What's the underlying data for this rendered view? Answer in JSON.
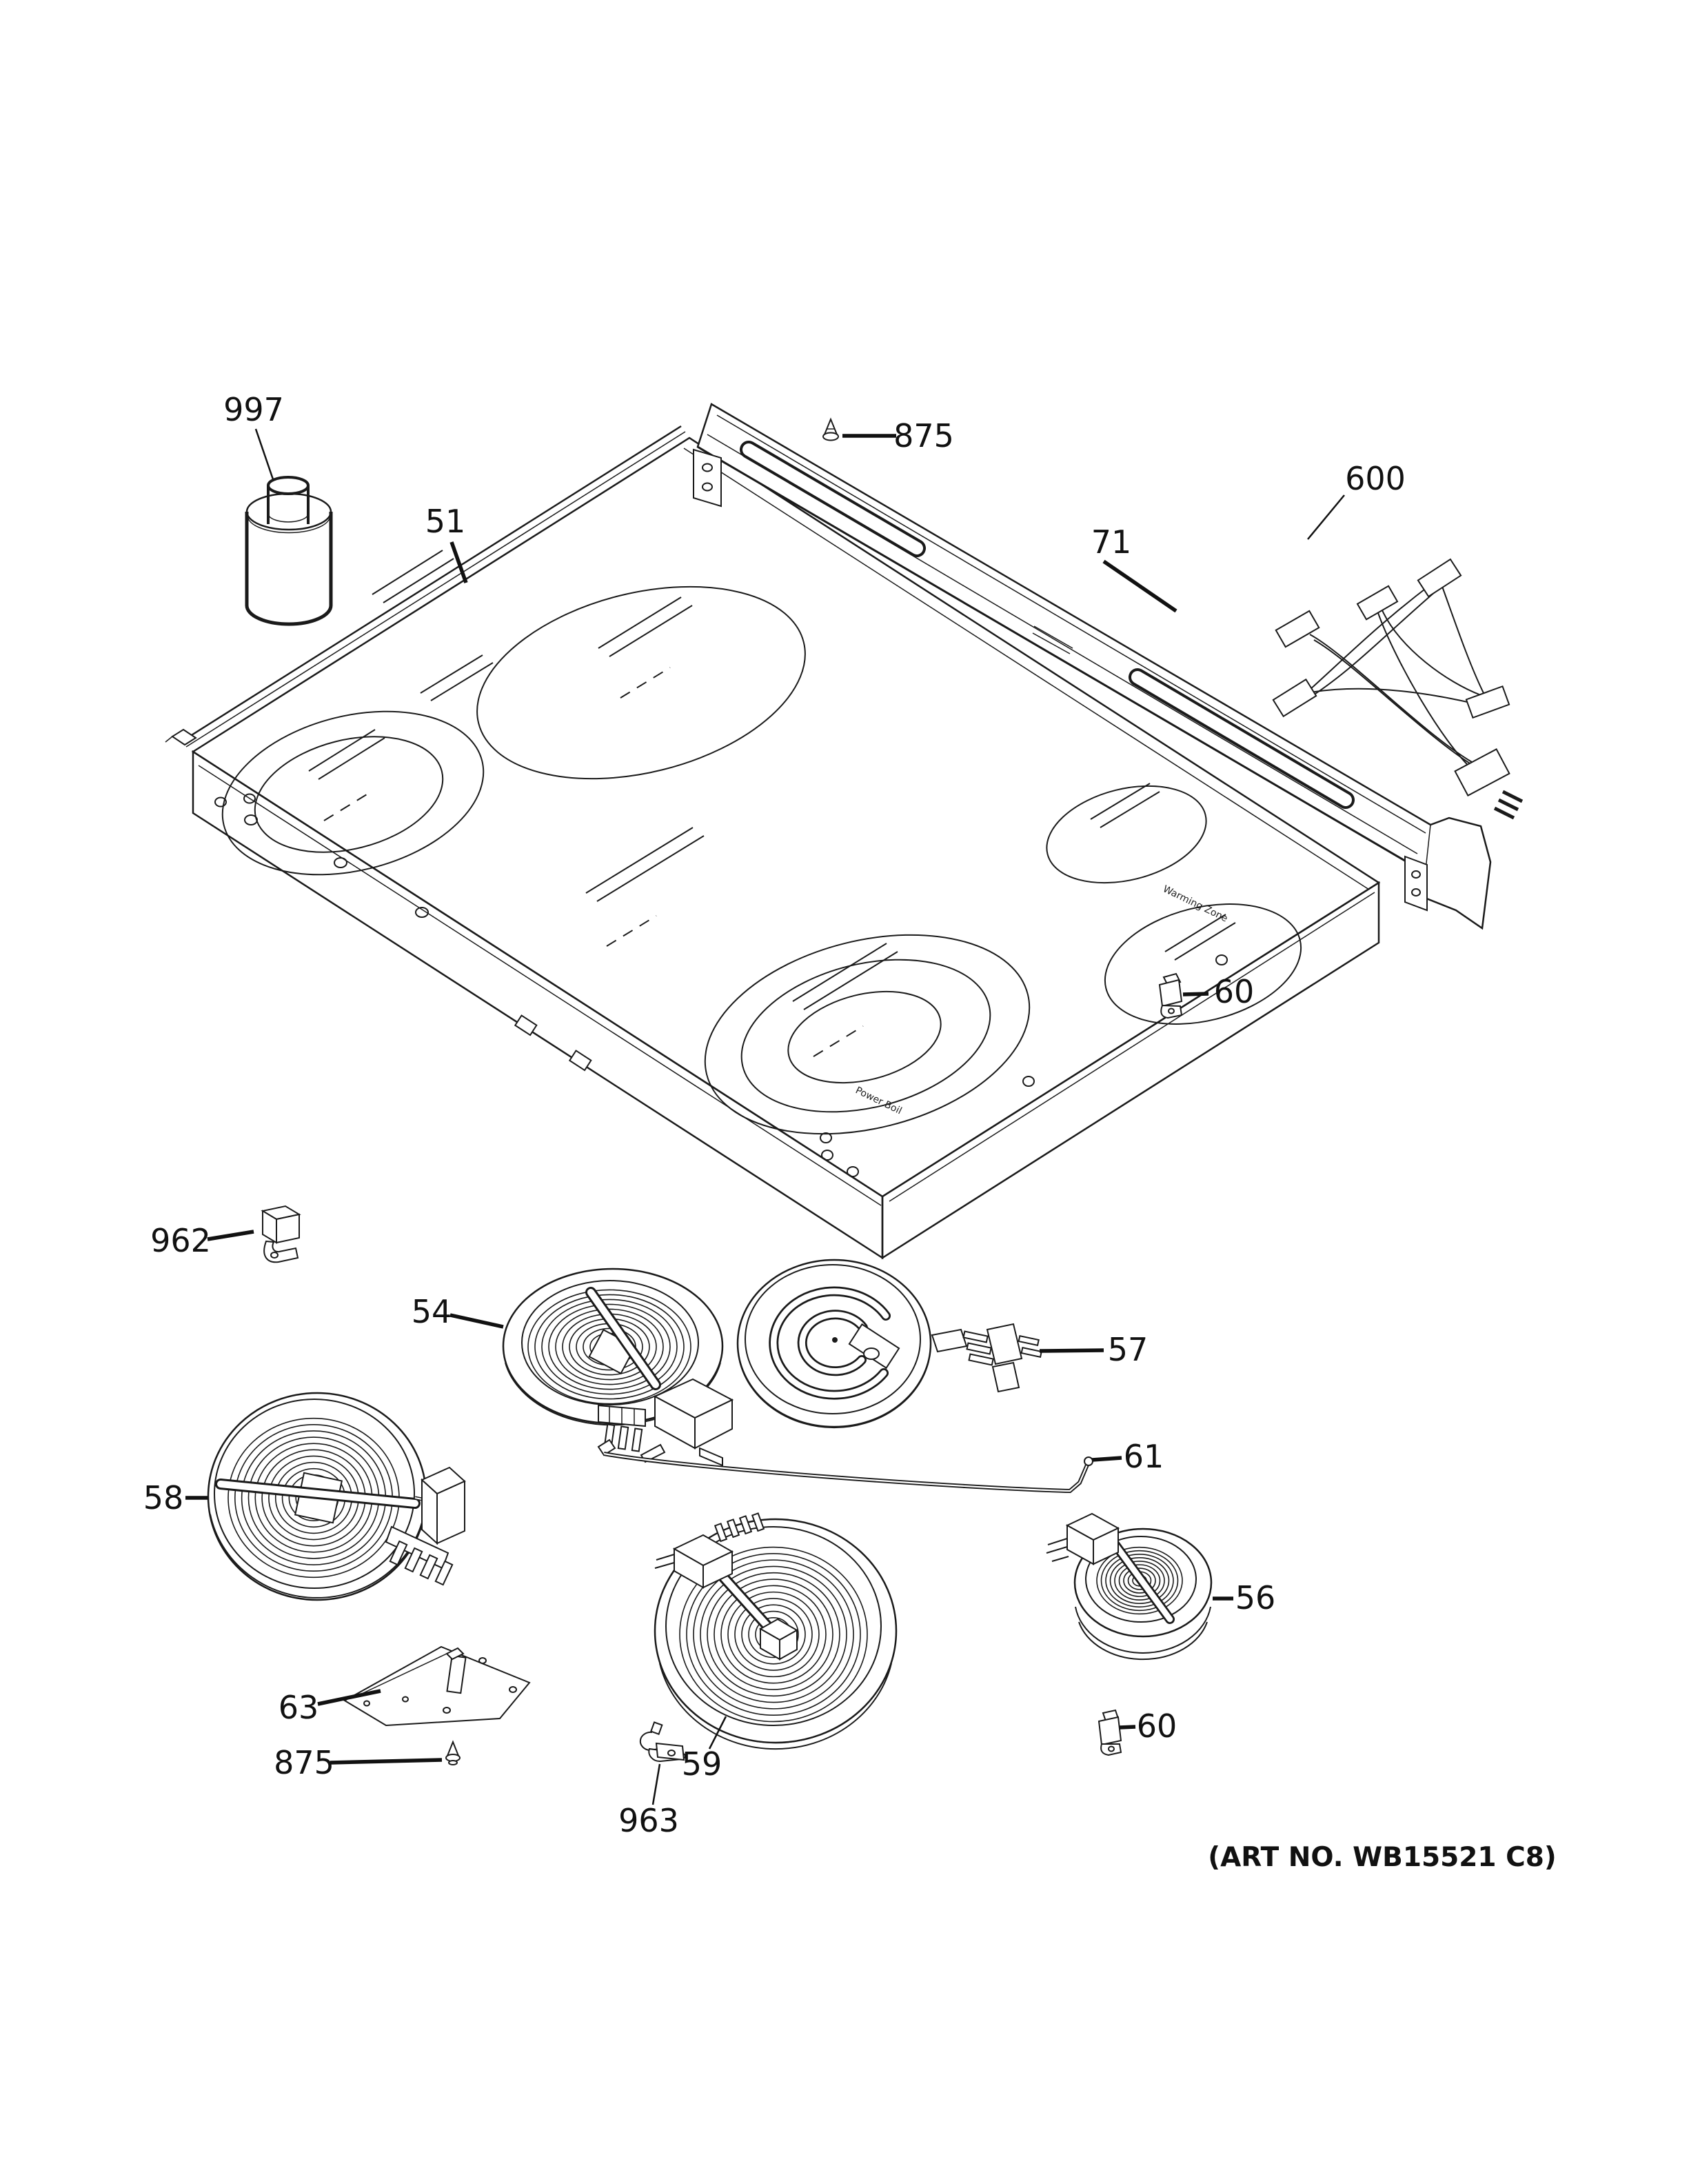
{
  "page": {
    "background": "#ffffff",
    "line_color": "#1a1a1a"
  },
  "artwork": {
    "art_no": "(ART NO. WB15521 C8)"
  },
  "glass_markings": {
    "power_boil": "Power Boil",
    "warming_zone": "Warming Zone"
  },
  "callouts": [
    {
      "part": "997"
    },
    {
      "part": "51"
    },
    {
      "part": "875"
    },
    {
      "part": "71"
    },
    {
      "part": "600"
    },
    {
      "part": "60"
    },
    {
      "part": "962"
    },
    {
      "part": "54"
    },
    {
      "part": "57"
    },
    {
      "part": "58"
    },
    {
      "part": "61"
    },
    {
      "part": "56"
    },
    {
      "part": "63"
    },
    {
      "part": "875"
    },
    {
      "part": "963"
    },
    {
      "part": "59"
    },
    {
      "part": "60"
    }
  ]
}
